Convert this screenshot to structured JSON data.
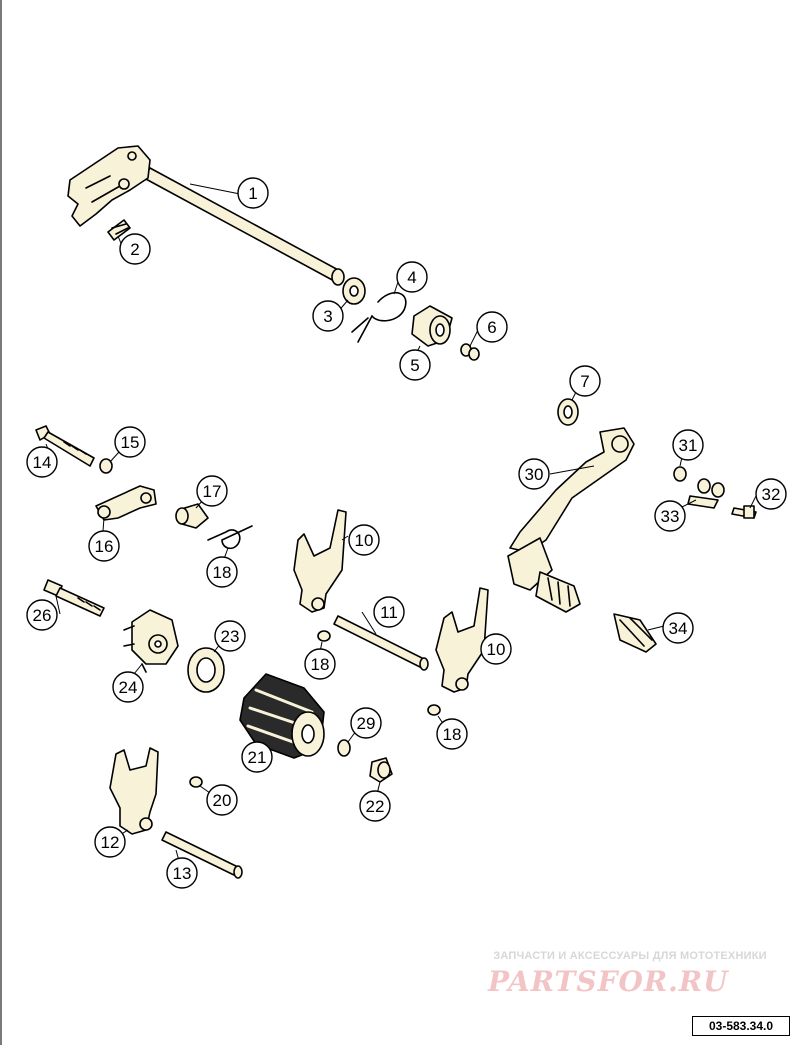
{
  "diagram": {
    "reference_code": "03-583.34.0",
    "watermark": {
      "tagline": "ЗАПЧАСТИ И АКСЕССУАРЫ ДЛЯ МОТОТЕХНИКИ",
      "logo_text": "PARTSFOR.RU"
    },
    "callouts": [
      "1",
      "2",
      "3",
      "4",
      "5",
      "6",
      "7",
      "10",
      "11",
      "10",
      "12",
      "13",
      "14",
      "15",
      "16",
      "17",
      "18",
      "18",
      "18",
      "20",
      "21",
      "22",
      "23",
      "24",
      "26",
      "29",
      "30",
      "31",
      "32",
      "33",
      "34"
    ]
  },
  "colors": {
    "part_fill": "#f7f2d8",
    "line": "#000000",
    "watermark_red": "#f2c4c6",
    "watermark_gray": "#d7d7d7"
  }
}
